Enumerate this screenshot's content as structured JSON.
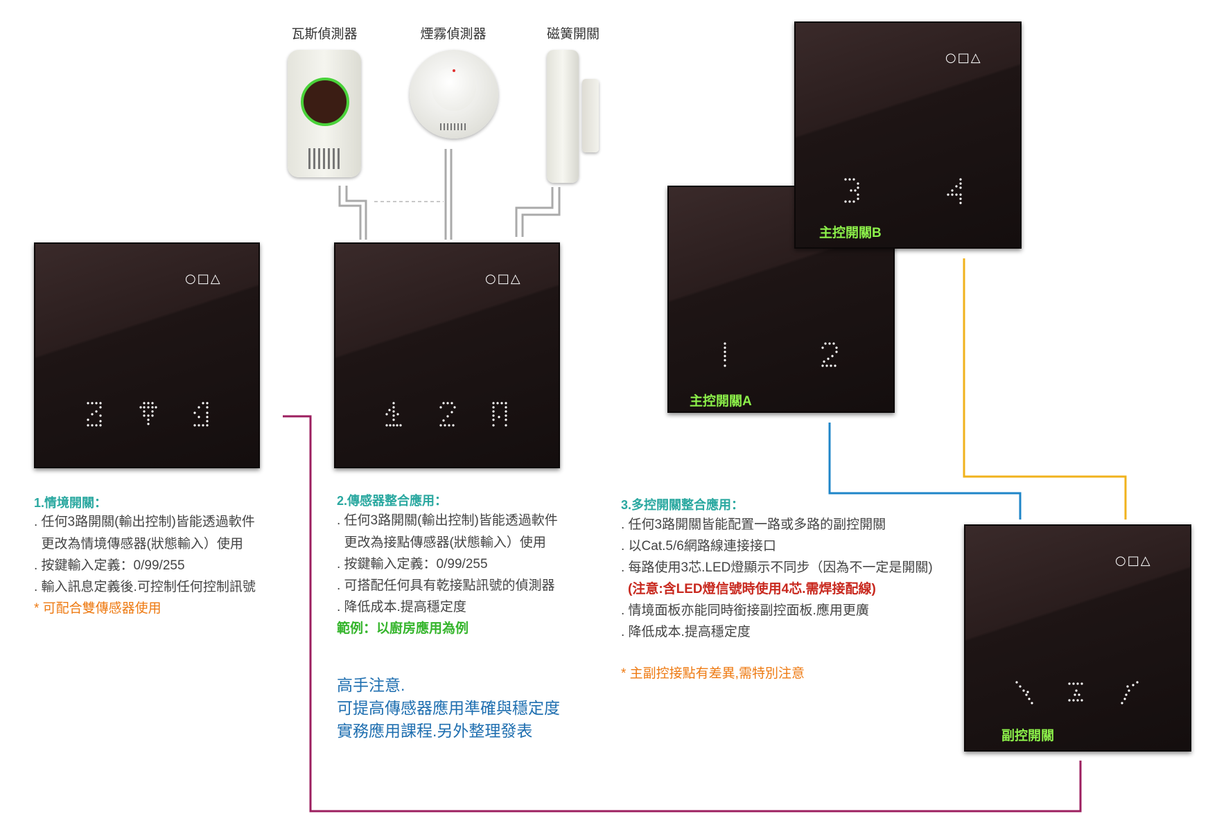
{
  "sensors": {
    "gas": "瓦斯偵測器",
    "smoke": "煙霧偵測器",
    "reed": "磁簧開關"
  },
  "panels": {
    "shape_symbols": "○□△",
    "master_a": "主控開關A",
    "master_b": "主控開關B",
    "slave": "副控開關"
  },
  "section1": {
    "title": "1.情境開關：",
    "lines": [
      ". 任何3路開關(輸出控制)皆能透過軟件",
      "  更改為情境傳感器(狀態輸入）使用",
      ". 按鍵輸入定義：0/99/255",
      ". 輸入訊息定義後.可控制任何控制訊號"
    ],
    "note": "* 可配合雙傳感器使用"
  },
  "section2": {
    "title": "2.傳感器整合應用：",
    "lines": [
      ". 任何3路開關(輸出控制)皆能透過軟件",
      "  更改為接點傳感器(狀態輸入）使用",
      ". 按鍵輸入定義：0/99/255",
      ". 可搭配任何具有乾接點訊號的偵測器",
      ". 降低成本.提高穩定度"
    ],
    "example": "範例：以廚房應用為例",
    "tips": [
      "高手注意.",
      "可提高傳感器應用準確與穩定度",
      "實務應用課程.另外整理發表"
    ]
  },
  "section3": {
    "title": "3.多控開關整合應用：",
    "lines": [
      ". 任何3路開關皆能配置一路或多路的副控開關",
      ". 以Cat.5/6網路線連接接口",
      ". 每路使用3芯.LED燈顯示不同步（因為不一定是開關)"
    ],
    "warning": "(注意:含LED燈信號時使用4芯.需焊接配線)",
    "lines2": [
      ". 情境面板亦能同時銜接副控面板.應用更廣",
      ". 降低成本.提高穩定度"
    ],
    "note": "*  主副控接點有差異,需特別注意"
  },
  "colors": {
    "magenta_wire": "#9c1f5f",
    "blue_wire": "#1f86c8",
    "yellow_wire": "#f0b21c",
    "panel_label": "#8cf04a"
  }
}
